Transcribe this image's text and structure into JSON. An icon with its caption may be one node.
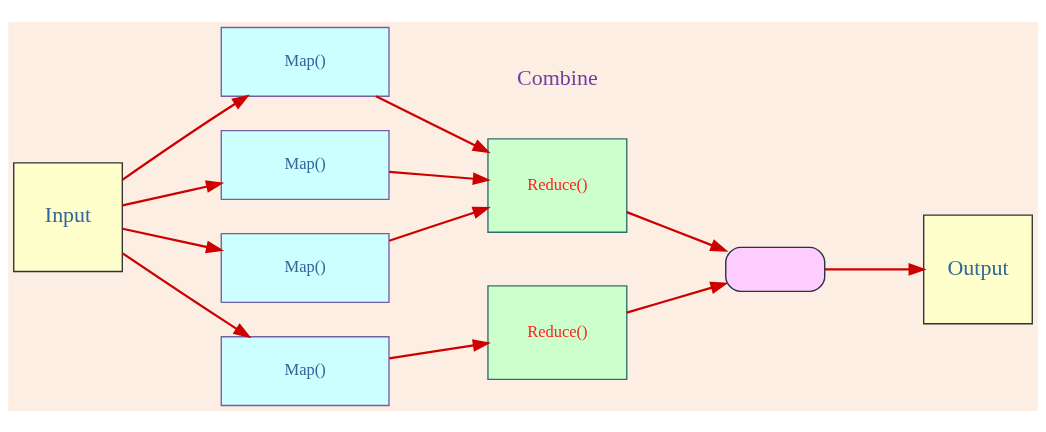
{
  "diagram": {
    "nodes": [
      {
        "text": [
          "Input"
        ]
      },
      {
        "text": [
          "Map()"
        ]
      },
      {
        "text": [
          "Map()"
        ]
      },
      {
        "text": [
          "Map()"
        ]
      },
      {
        "text": [
          "Map()"
        ]
      },
      {
        "text": [
          "Reduce()"
        ]
      },
      {
        "text": [
          "Reduce()"
        ]
      },
      {
        "text": [],
        "shape": "box"
      },
      {
        "text": [
          "Output"
        ]
      }
    ],
    "edges": [
      {
        "from": 0,
        "to": 1,
        "arrow": "to"
      },
      {
        "from": 0,
        "to": 2,
        "arrow": "to"
      },
      {
        "from": 0,
        "to": 3,
        "arrow": "to"
      },
      {
        "from": 0,
        "to": 4,
        "arrow": "to"
      },
      {
        "from": 1,
        "to": 5,
        "arrow": "to"
      },
      {
        "from": 2,
        "to": 5,
        "arrow": "to"
      },
      {
        "from": 3,
        "to": 6,
        "arrow": "to"
      },
      {
        "from": 4,
        "to": 5,
        "arrow": "to"
      },
      {
        "from": 5,
        "to": 7,
        "arrow": "to"
      },
      {
        "from": 6,
        "to": 7,
        "arrow": "to"
      },
      {
        "from": 7,
        "to": 8,
        "arrow": "to"
      }
    ],
    "labels": [
      "Combine"
    ]
  }
}
